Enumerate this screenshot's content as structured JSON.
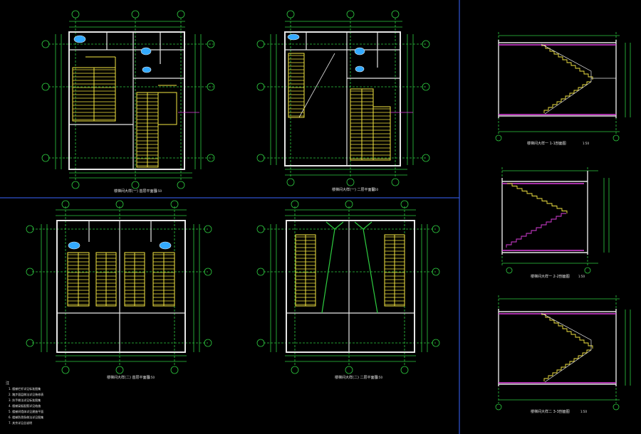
{
  "drawing": {
    "background": "#000000",
    "colors": {
      "wall": "#e6e6e6",
      "dimension": "#2ecc40",
      "grid_bubble": "#2ecc40",
      "stair": "#f5e642",
      "stair_section": "#e040e0",
      "divider": "#3a66ff",
      "fixture": "#33aaff",
      "text": "#e6e6e6"
    }
  },
  "plans": [
    {
      "id": "plan-1",
      "title": "楼梯间大样(一) 首层平面图",
      "scale": "1:50"
    },
    {
      "id": "plan-2",
      "title": "楼梯间大样(一) 二层平面图",
      "scale": "1:50"
    },
    {
      "id": "plan-3",
      "title": "楼梯间大样(二) 首层平面图",
      "scale": "1:50"
    },
    {
      "id": "plan-4",
      "title": "楼梯间大样(二) 二层平面图",
      "scale": "1:50"
    }
  ],
  "sections": [
    {
      "id": "section-1",
      "title": "楼梯间大样一 1-1剖面图",
      "scale": "1:50"
    },
    {
      "id": "section-2",
      "title": "楼梯间大样一 2-2剖面图",
      "scale": "1:50"
    },
    {
      "id": "section-3",
      "title": "楼梯间大样二 3-3剖面图",
      "scale": "1:50"
    }
  ],
  "notes": {
    "heading": "注",
    "items": [
      "1. 楼梯栏杆详见标准图集",
      "2. 踏步面层做法详见装修表",
      "3. 扶手做法详见标准图集",
      "4. 楼梯梁板配筋详见结施",
      "5. 楼梯间墙体详见建施平面",
      "6. 楼梯防滑条做法详见图集",
      "7. 其余详见总说明"
    ]
  }
}
